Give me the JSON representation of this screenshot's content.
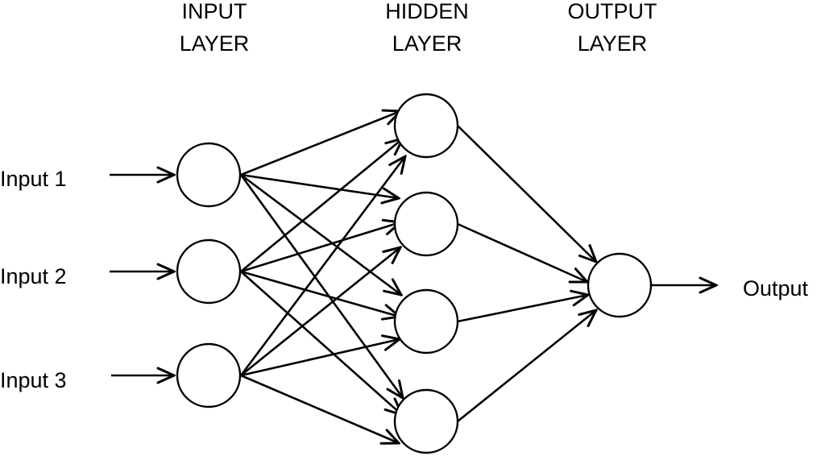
{
  "layers": {
    "input": {
      "title_line1": "INPUT",
      "title_line2": "LAYER",
      "node_count": 3
    },
    "hidden": {
      "title_line1": "HIDDEN",
      "title_line2": "LAYER",
      "node_count": 4
    },
    "output": {
      "title_line1": "OUTPUT",
      "title_line2": "LAYER",
      "node_count": 1
    }
  },
  "inputs": [
    "Input 1",
    "Input 2",
    "Input 3"
  ],
  "output_label": "Output",
  "colors": {
    "stroke": "#000000",
    "node_fill": "#ffffff",
    "background": "#ffffff"
  }
}
